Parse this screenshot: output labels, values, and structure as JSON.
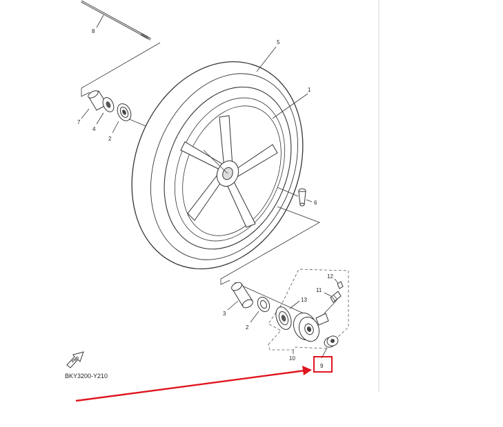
{
  "diagram": {
    "code": "BKY3200-Y210",
    "fwd_label": "FWD",
    "callouts": [
      "1",
      "2",
      "2",
      "3",
      "4",
      "5",
      "6",
      "7",
      "8",
      "9",
      "10",
      "11",
      "12",
      "13"
    ]
  },
  "highlight": {
    "label": "9",
    "box_color": "#e0141e",
    "arrow_color": "#e0141e"
  },
  "colors": {
    "line": "#333333",
    "page": "#ffffff"
  }
}
